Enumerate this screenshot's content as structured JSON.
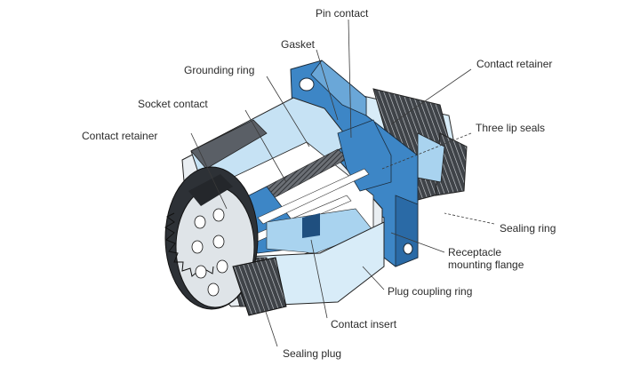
{
  "diagram": {
    "labels": {
      "pin_contact": "Pin contact",
      "gasket": "Gasket",
      "grounding_ring": "Grounding ring",
      "contact_retainer_right": "Contact retainer",
      "socket_contact": "Socket contact",
      "three_lip_seals": "Three lip seals",
      "contact_retainer_left": "Contact retainer",
      "sealing_ring": "Sealing ring",
      "receptacle_line1": "Receptacle",
      "receptacle_line2": "mounting flange",
      "plug_coupling_ring": "Plug coupling ring",
      "contact_insert": "Contact insert",
      "sealing_plug": "Sealing plug"
    },
    "colors": {
      "blue_component": "#3d86c6",
      "light_blue_component": "#a9d3ef",
      "pale_blue": "#d8ecf8",
      "dark_blue": "#1f4f7f",
      "grey_metal": "#b7bcc2",
      "dark_metal": "#4b4f55"
    }
  }
}
